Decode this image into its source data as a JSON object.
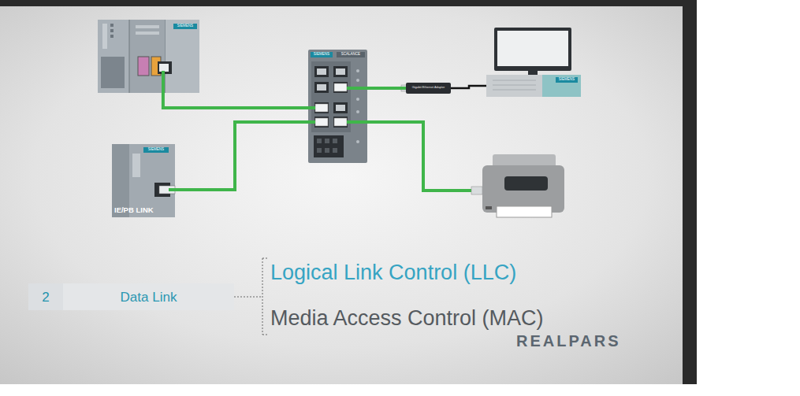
{
  "diagram": {
    "nodes": [
      {
        "text": [
          "SIEMENS"
        ]
      },
      {
        "text": [
          "SIEMENS",
          "SCALANCE"
        ]
      },
      {
        "text": [
          "Gigabit Ethernet Adapter"
        ]
      },
      {
        "text": [
          "SIEMENS"
        ]
      },
      {
        "text": [
          "SIEMENS",
          "IE/PB LINK"
        ]
      },
      {
        "text": [
          "2",
          "Data Link"
        ]
      }
    ],
    "edges": [
      {
        "from": 0,
        "to": 1,
        "arrow": "none"
      },
      {
        "from": 4,
        "to": 1,
        "arrow": "none"
      },
      {
        "from": 1,
        "to": 2,
        "arrow": "none"
      },
      {
        "from": 2,
        "to": 3,
        "arrow": "none"
      }
    ],
    "labels": [
      "Logical Link Control (LLC)",
      "Media Access Control (MAC)",
      "REALPARS"
    ]
  }
}
